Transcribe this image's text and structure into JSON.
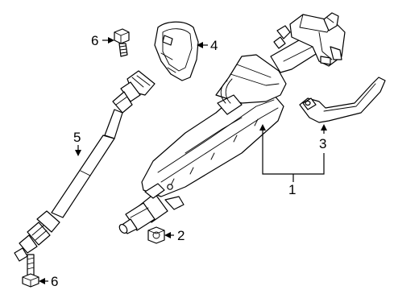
{
  "callouts": {
    "c1": "1",
    "c2": "2",
    "c3": "3",
    "c4": "4",
    "c5": "5",
    "c6_top": "6",
    "c6_bottom": "6"
  },
  "parts": [
    {
      "callout": "1",
      "name": "steering-column-assembly"
    },
    {
      "callout": "2",
      "name": "nut"
    },
    {
      "callout": "3",
      "name": "tilt-lever"
    },
    {
      "callout": "4",
      "name": "column-cover-bracket"
    },
    {
      "callout": "5",
      "name": "intermediate-shaft"
    },
    {
      "callout": "6",
      "name": "bolt"
    }
  ],
  "colors": {
    "line": "#000000",
    "background": "#ffffff"
  }
}
